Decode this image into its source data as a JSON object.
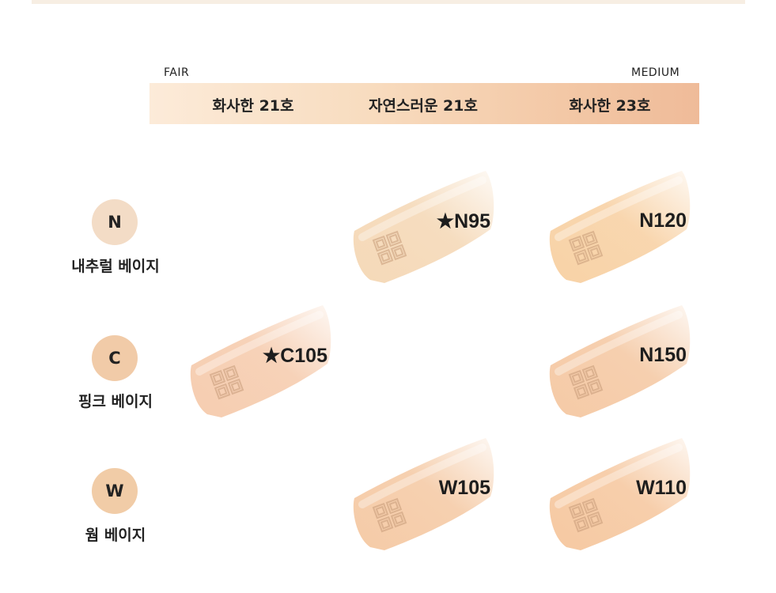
{
  "scale": {
    "fair_label": "FAIR",
    "medium_label": "MEDIUM"
  },
  "shade_columns": [
    {
      "label": "화사한 21호"
    },
    {
      "label": "자연스러운 21호"
    },
    {
      "label": "화사한 23호"
    }
  ],
  "undertones": [
    {
      "letter": "N",
      "label": "내추럴 베이지",
      "color": "#f3dcc6"
    },
    {
      "letter": "C",
      "label": "핑크 베이지",
      "color": "#f1cba8"
    },
    {
      "letter": "W",
      "label": "웜 베이지",
      "color": "#f1cca7"
    }
  ],
  "swatches": {
    "n95": {
      "code": "★N95",
      "color": "#f5d9b8"
    },
    "n120": {
      "code": "N120",
      "color": "#f8d2a6"
    },
    "c105": {
      "code": "★C105",
      "color": "#f6cdb0"
    },
    "n150": {
      "code": "N150",
      "color": "#f5caa6"
    },
    "w105": {
      "code": "W105",
      "color": "#f5cba7"
    },
    "w110": {
      "code": "W110",
      "color": "#f6c9a2"
    }
  }
}
